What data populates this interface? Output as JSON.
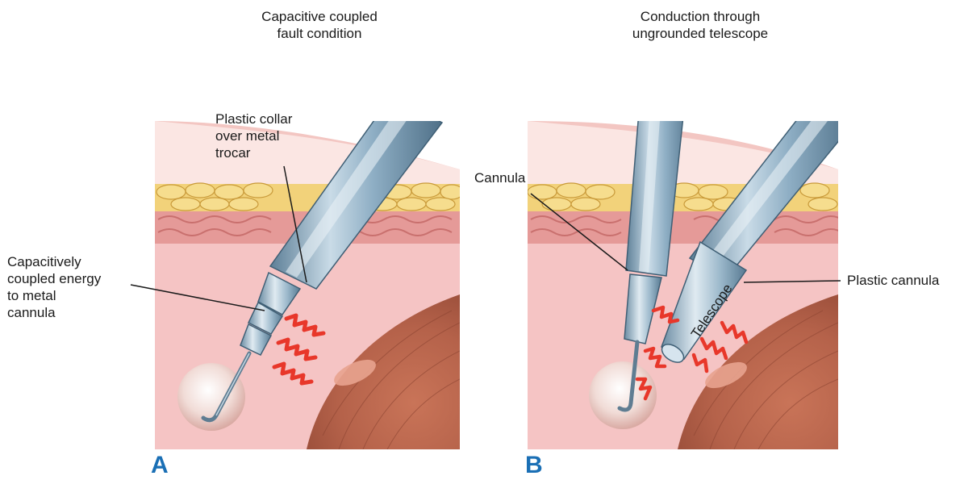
{
  "panel_a": {
    "title": "Capacitive coupled\nfault condition",
    "letter": "A",
    "labels": {
      "collar": "Plastic collar\nover metal\ntrocar",
      "energy": "Capacitively\ncoupled energy\nto metal\ncannula"
    }
  },
  "panel_b": {
    "title": "Conduction through\nungrounded telescope",
    "letter": "B",
    "labels": {
      "cannula": "Cannula",
      "plastic_cannula": "Plastic cannula",
      "telescope": "Telescope"
    }
  },
  "colors": {
    "panel_letter": "#1a6fb5",
    "fat": "#f2d27a",
    "muscle_layer": "#e59a98",
    "peritoneum": "#f5c4c4",
    "organ": "#b5624a",
    "instrument": "#8eaec4",
    "spark": "#e8372a"
  }
}
